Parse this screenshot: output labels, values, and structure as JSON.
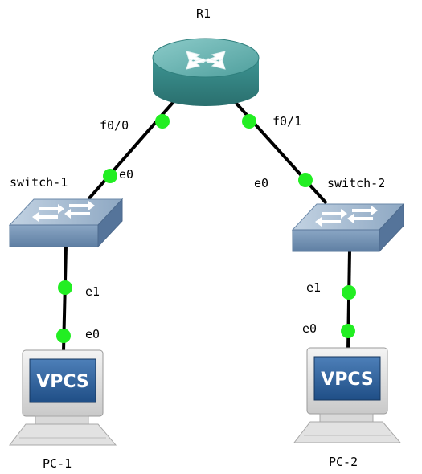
{
  "colors": {
    "link": "#000000",
    "port": "#22ee22",
    "router_body": "#3f9a98",
    "router_top": "#6fb8b6",
    "switch_body": "#7e9dbd",
    "switch_top": "#a9bdd2"
  },
  "nodes": {
    "router": {
      "label": "R1",
      "icon": "router-icon"
    },
    "switch1": {
      "label": "switch-1",
      "icon": "switch-icon"
    },
    "switch2": {
      "label": "switch-2",
      "icon": "switch-icon"
    },
    "pc1": {
      "label": "PC-1",
      "icon": "vpcs-monitor-icon",
      "screen_text": "VPCS"
    },
    "pc2": {
      "label": "PC-2",
      "icon": "vpcs-monitor-icon",
      "screen_text": "VPCS"
    }
  },
  "links": [
    {
      "from": "R1",
      "from_port": "f0/0",
      "to": "switch-1",
      "to_port": "e0"
    },
    {
      "from": "R1",
      "from_port": "f0/1",
      "to": "switch-2",
      "to_port": "e0"
    },
    {
      "from": "switch-1",
      "from_port": "e1",
      "to": "PC-1",
      "to_port": "e0"
    },
    {
      "from": "switch-2",
      "from_port": "e1",
      "to": "PC-2",
      "to_port": "e0"
    }
  ]
}
